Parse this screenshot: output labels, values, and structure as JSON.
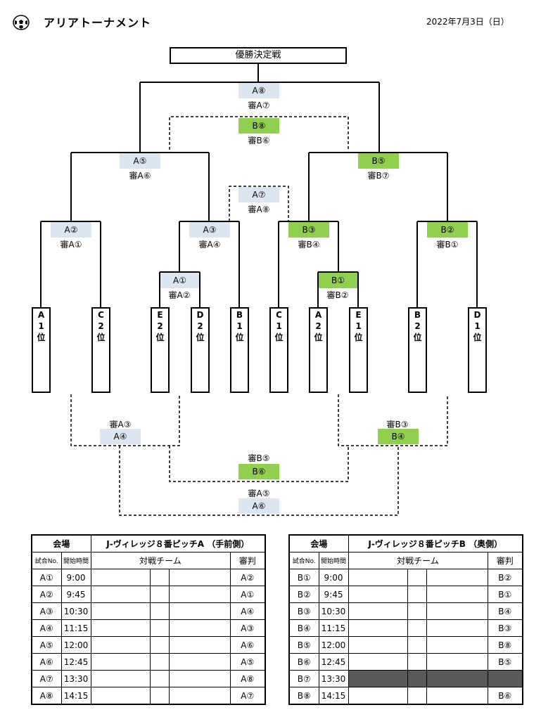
{
  "header": {
    "title": "アリアトーナメント",
    "date": "2022年7月3日（日）"
  },
  "final_label": "優勝決定戦",
  "matches": {
    "a8": {
      "label": "A⑧",
      "ref": "審A⑦"
    },
    "b8": {
      "label": "B⑧",
      "ref": "審B⑥"
    },
    "a5": {
      "label": "A⑤",
      "ref": "審A⑥"
    },
    "b5": {
      "label": "B⑤",
      "ref": "審B⑦"
    },
    "a7": {
      "label": "A⑦",
      "ref": "審A⑧"
    },
    "a2": {
      "label": "A②",
      "ref": "審A①"
    },
    "a3": {
      "label": "A③",
      "ref": "審A④"
    },
    "b3": {
      "label": "B③",
      "ref": "審B④"
    },
    "b2": {
      "label": "B②",
      "ref": "審B①"
    },
    "a1": {
      "label": "A①",
      "ref": "審A②"
    },
    "b1": {
      "label": "B①",
      "ref": "審B②"
    },
    "a4": {
      "label": "A④",
      "ref": "審A③"
    },
    "b4": {
      "label": "B④",
      "ref": "審B③"
    },
    "b6": {
      "label": "B⑥",
      "ref": "審B⑤"
    },
    "a6": {
      "label": "A⑥",
      "ref": "審A⑤"
    }
  },
  "teams": [
    [
      "A",
      "1",
      "位"
    ],
    [
      "C",
      "2",
      "位"
    ],
    [
      "E",
      "2",
      "位"
    ],
    [
      "D",
      "2",
      "位"
    ],
    [
      "B",
      "1",
      "位"
    ],
    [
      "C",
      "1",
      "位"
    ],
    [
      "A",
      "2",
      "位"
    ],
    [
      "E",
      "1",
      "位"
    ],
    [
      "B",
      "2",
      "位"
    ],
    [
      "D",
      "1",
      "位"
    ]
  ],
  "schedule_a": {
    "venue_label": "会場",
    "venue": "J-ヴィレッジ８番ピッチA （手前側）",
    "col_no": "試合No.",
    "col_time": "開始時間",
    "col_teams": "対戦チーム",
    "col_ref": "審判",
    "rows": [
      {
        "no": "A①",
        "time": "9:00",
        "ref": "A②"
      },
      {
        "no": "A②",
        "time": "9:45",
        "ref": "A①"
      },
      {
        "no": "A③",
        "time": "10:30",
        "ref": "A④"
      },
      {
        "no": "A④",
        "time": "11:15",
        "ref": "A③"
      },
      {
        "no": "A⑤",
        "time": "12:00",
        "ref": "A⑥"
      },
      {
        "no": "A⑥",
        "time": "12:45",
        "ref": "A⑤"
      },
      {
        "no": "A⑦",
        "time": "13:30",
        "ref": "A⑧"
      },
      {
        "no": "A⑧",
        "time": "14:15",
        "ref": "A⑦"
      }
    ]
  },
  "schedule_b": {
    "venue_label": "会場",
    "venue": "J-ヴィレッジ８番ピッチB （奥側）",
    "col_no": "試合No.",
    "col_time": "開始時間",
    "col_teams": "対戦チーム",
    "col_ref": "審判",
    "rows": [
      {
        "no": "B①",
        "time": "9:00",
        "ref": "B②"
      },
      {
        "no": "B②",
        "time": "9:45",
        "ref": "B①"
      },
      {
        "no": "B③",
        "time": "10:30",
        "ref": "B④"
      },
      {
        "no": "B④",
        "time": "11:15",
        "ref": "B③"
      },
      {
        "no": "B⑤",
        "time": "12:00",
        "ref": "B⑧"
      },
      {
        "no": "B⑥",
        "time": "12:45",
        "ref": "B⑤"
      },
      {
        "no": "B⑦",
        "time": "13:30",
        "ref": "",
        "blocked": true
      },
      {
        "no": "B⑧",
        "time": "14:15",
        "ref": "B⑥"
      }
    ]
  },
  "colors": {
    "pitch_a": "#dce6f1",
    "pitch_b": "#8fd14f",
    "blocked": "#595959"
  }
}
